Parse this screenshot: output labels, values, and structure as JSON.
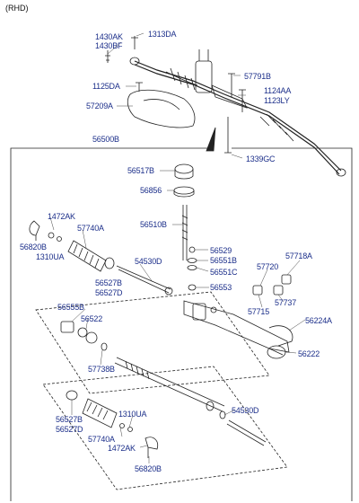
{
  "header": {
    "variant": "(RHD)"
  },
  "labels": {
    "l1430AK": "1430AK",
    "l1430BF": "1430BF",
    "l1313DA": "1313DA",
    "l57791B": "57791B",
    "l1125DA": "1125DA",
    "l1124AA": "1124AA",
    "l1123LY": "1123LY",
    "l57209A": "57209A",
    "l1339GC": "1339GC",
    "l56500B": "56500B",
    "l56517B": "56517B",
    "l56856": "56856",
    "l56510B": "56510B",
    "l1472AK_top": "1472AK",
    "l57740A_top": "57740A",
    "l56820B_top": "56820B",
    "l1310UA_top": "1310UA",
    "l56529": "56529",
    "l56551B": "56551B",
    "l56551C": "56551C",
    "l54530D_top": "54530D",
    "l57720": "57720",
    "l57718A": "57718A",
    "l56527B_top": "56527B",
    "l56527D_top": "56527D",
    "l56553": "56553",
    "l57737": "57737",
    "l57715": "57715",
    "l56555B": "56555B",
    "l56522": "56522",
    "l56224A": "56224A",
    "l57738B": "57738B",
    "l56222": "56222",
    "l1310UA_bot": "1310UA",
    "l54530D_bot": "54530D",
    "l56527B_bot": "56527B",
    "l56527D_bot": "56527D",
    "l57740A_bot": "57740A",
    "l1472AK_bot": "1472AK",
    "l56820B_bot": "56820B"
  }
}
